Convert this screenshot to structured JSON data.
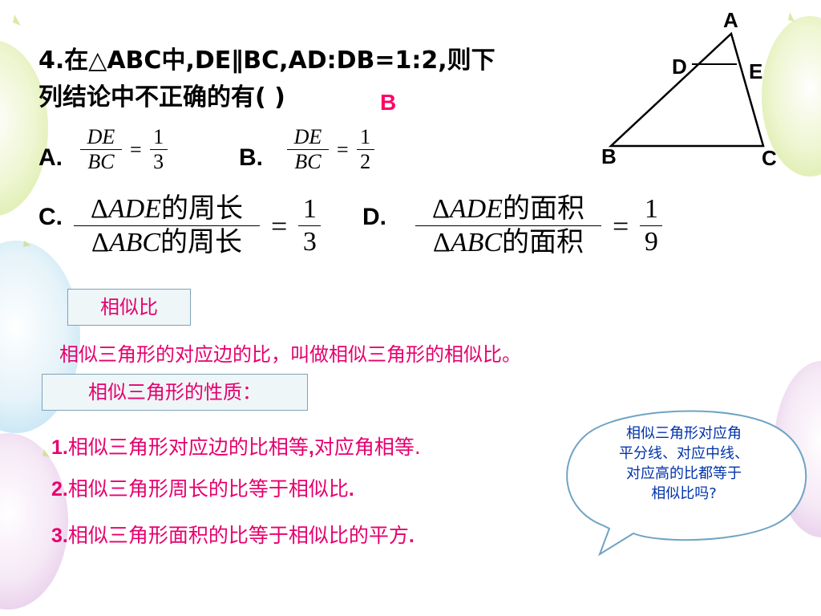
{
  "colors": {
    "accent": "#e6006e",
    "box_border": "#7fa3b8",
    "bubble_text": "#0033aa"
  },
  "question": {
    "line1": "4.在△ABC中,DE∥BC,AD:DB=1:2,则下",
    "line2": "列结论中不正确的有(       )",
    "answer": "B"
  },
  "options": {
    "a": {
      "label": "A.",
      "num": "DE",
      "den": "BC",
      "eq": "=",
      "rnum": "1",
      "rden": "3"
    },
    "b": {
      "label": "B.",
      "num": "DE",
      "den": "BC",
      "eq": "=",
      "rnum": "1",
      "rden": "2"
    },
    "c": {
      "label": "C.",
      "num_tri": "Δ",
      "num_var": "ADE",
      "num_text": "的周长",
      "den_tri": "Δ",
      "den_var": "ABC",
      "den_text": "的周长",
      "eq": "=",
      "rnum": "1",
      "rden": "3"
    },
    "d": {
      "label": "D.",
      "num_tri": "Δ",
      "num_var": "ADE",
      "num_text": "的面积",
      "den_tri": "Δ",
      "den_var": "ABC",
      "den_text": "的面积",
      "eq": "=",
      "rnum": "1",
      "rden": "9"
    }
  },
  "triangle": {
    "A": "A",
    "B": "B",
    "C": "C",
    "D": "D",
    "E": "E"
  },
  "similarity_ratio": {
    "label": "相似比",
    "definition": "相似三角形的对应边的比，叫做相似三角形的相似比。"
  },
  "properties": {
    "label": "相似三角形的性质：",
    "items": [
      {
        "num": "1.",
        "text": "相似三角形对应边的比相等",
        "sep": ",",
        "tail": "对应角相等."
      },
      {
        "num": "2.",
        "text": "相似三角形周长的比等于相似比",
        "tail": "."
      },
      {
        "num": "3.",
        "text": "相似三角形面积的比等于相似比的平方",
        "tail": "."
      }
    ]
  },
  "bubble": {
    "line1": "相似三角形对应角",
    "line2": "平分线、对应中线、",
    "line3": "对应高的比都等于",
    "line4": "相似比吗?"
  }
}
